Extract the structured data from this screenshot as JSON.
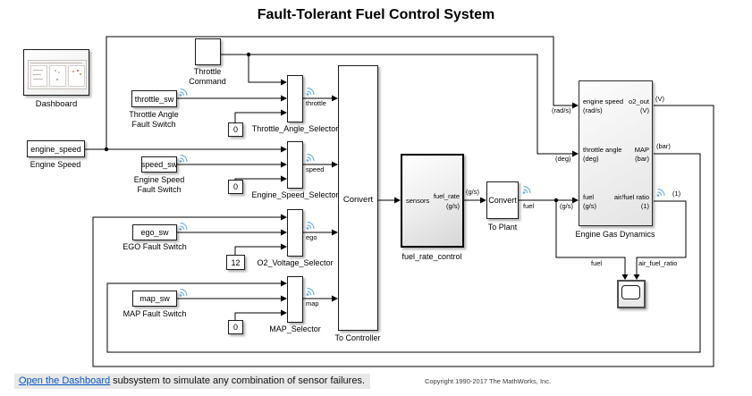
{
  "title": "Fault-Tolerant Fuel Control System",
  "blocks": {
    "dashboard": {
      "label": "Dashboard"
    },
    "throttle_command": {
      "name1": "Throttle",
      "name2": "Command"
    },
    "throttle_sw": {
      "value": "throttle_sw",
      "name1": "Throttle Angle",
      "name2": "Fault Switch"
    },
    "engine_speed": {
      "value": "engine_speed",
      "name1": "Engine Speed"
    },
    "speed_sw": {
      "value": "speed_sw",
      "name1": "Engine Speed",
      "name2": "Fault Switch"
    },
    "ego_sw": {
      "value": "ego_sw",
      "name1": "EGO Fault Switch"
    },
    "map_sw": {
      "value": "map_sw",
      "name1": "MAP Fault Switch"
    },
    "const_throttle": {
      "value": "0"
    },
    "const_speed": {
      "value": "0"
    },
    "const_ego": {
      "value": "12"
    },
    "const_map": {
      "value": "0"
    },
    "throttle_selector": {
      "name": "Throttle_Angle_Selector"
    },
    "speed_selector": {
      "name": "Engine_Speed_Selector"
    },
    "o2_selector": {
      "name": "O2_Voltage_Selector"
    },
    "map_selector": {
      "name": "MAP_Selector"
    },
    "to_controller": {
      "text": "Convert",
      "name": "To Controller"
    },
    "fuel_rate_control": {
      "name": "fuel_rate_control",
      "in1": "sensors",
      "out1a": "fuel_rate",
      "out1b": "(g/s)"
    },
    "to_plant": {
      "text": "Convert",
      "name": "To Plant"
    },
    "egd": {
      "name": "Engine Gas Dynamics",
      "in1a": "engine speed",
      "in1b": "(rad/s)",
      "in2a": "throttle angle",
      "in2b": "(deg)",
      "in3a": "fuel",
      "in3b": "(g/s)",
      "out1a": "o2_out",
      "out1b": "(V)",
      "out2a": "MAP",
      "out2b": "(bar)",
      "out3a": "air/fuel ratio",
      "out3b": "(1)"
    }
  },
  "signals": {
    "throttle": "throttle",
    "speed": "speed",
    "ego": "ego",
    "map": "map",
    "fuel": "fuel",
    "fuel_scope": "fuel",
    "air_fuel_ratio": "air_fuel_ratio",
    "gs_out": "(g/s)",
    "gs_in": "(g/s)",
    "rads": "(rad/s)",
    "deg": "(deg)",
    "v": "(V)",
    "bar": "(bar)",
    "one": "(1)"
  },
  "colors": {
    "accent_wireless": "#6fb3e2",
    "link": "#0855c4",
    "note_bg": "#e8e8e8"
  },
  "footer": {
    "link": "Open the Dashboard",
    "rest": "subsystem to simulate any combination of sensor failures.",
    "copyright": "Copyright 1990-2017 The MathWorks, Inc."
  }
}
